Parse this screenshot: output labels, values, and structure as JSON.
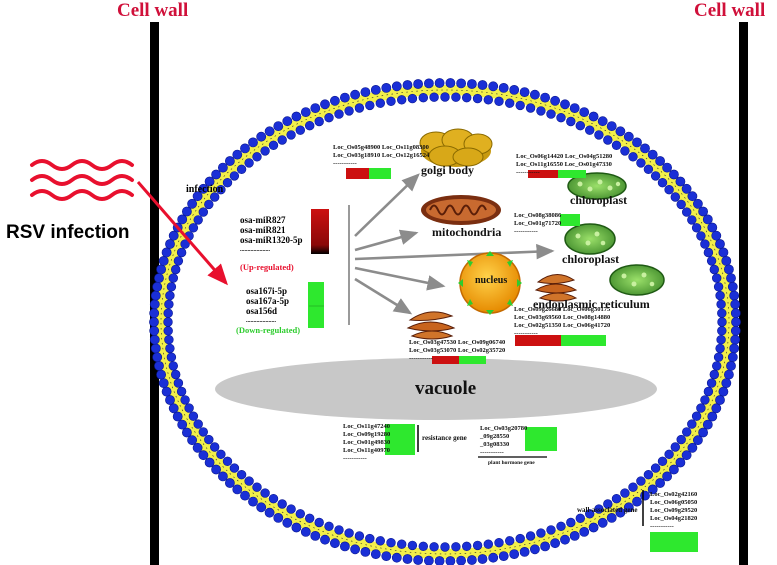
{
  "wall_labels": {
    "left": "Cell wall",
    "right": "Cell wall"
  },
  "infection": {
    "label": "RSV infection",
    "arrow_label": "infection"
  },
  "mirna": {
    "up": [
      "osa-miR827",
      "osa-miR821",
      "osa-miR1320-5p",
      "...................."
    ],
    "up_label": "(Up-regulated)",
    "down": [
      "osa167i-5p",
      "osa167a-5p",
      "osa156d",
      "...................."
    ],
    "down_label": "(Down-regulated)"
  },
  "organelles": {
    "golgi": "golgi body",
    "chloroplast1": "chloroplast",
    "mitochondria": "mitochondria",
    "chloroplast2": "chloroplast",
    "nucleus": "nucleus",
    "er": "endoplasmic reticulum",
    "vacuole": "vacuole"
  },
  "genes": {
    "golgi": [
      "Loc_Os05g48900  Loc_Os11g08300",
      "Loc_Os03g18910  Loc_Os12g16524",
      "-----------"
    ],
    "chloroplast": [
      "Loc_Os06g14420  Loc_Os04g51280",
      "Loc_Os11g16550  Loc_Os01g47330",
      "-----------"
    ],
    "mitochondria": [
      "Loc_Os08g38086",
      "Loc_Os01g71720",
      "-----------"
    ],
    "er": [
      "Loc_Os09g26680  Loc_Os06g30175",
      "Loc_Os03g69560  Loc_Os08g14880",
      "Loc_Os02g51350  Loc_Os06g41720",
      "-----------"
    ],
    "bottom": [
      "Loc_Os03g47530  Loc_Os09g06740",
      "Loc_Os03g53070  Loc_Os02g35720",
      "-----------"
    ],
    "resistance": [
      "Loc_Os11g47240",
      "Loc_Os09g19280",
      "Loc_Os01g49830",
      "Loc_Os11g40970",
      "-----------"
    ],
    "hormone": [
      "Loc_Os03g20780",
      "_09g28550",
      "_03g08330",
      "-----------"
    ],
    "wall": [
      "Loc_Os02g42160",
      "Loc_Os06g05050",
      "Loc_Os09g29520",
      "Loc_Os04g21820",
      "-----------"
    ]
  },
  "gene_group_labels": {
    "resistance": "resistance gene",
    "hormone": "plant hormone gene",
    "wall": "wall-associated gene"
  },
  "colors": {
    "cell_wall_text": "#d0103a",
    "membrane_head": "#1a2fd6",
    "membrane_tail": "#f2ef4a",
    "up": "#cc1010",
    "down": "#2ee82e",
    "arrow": "#8c8c8c",
    "infection_arrow": "#e8102e"
  }
}
